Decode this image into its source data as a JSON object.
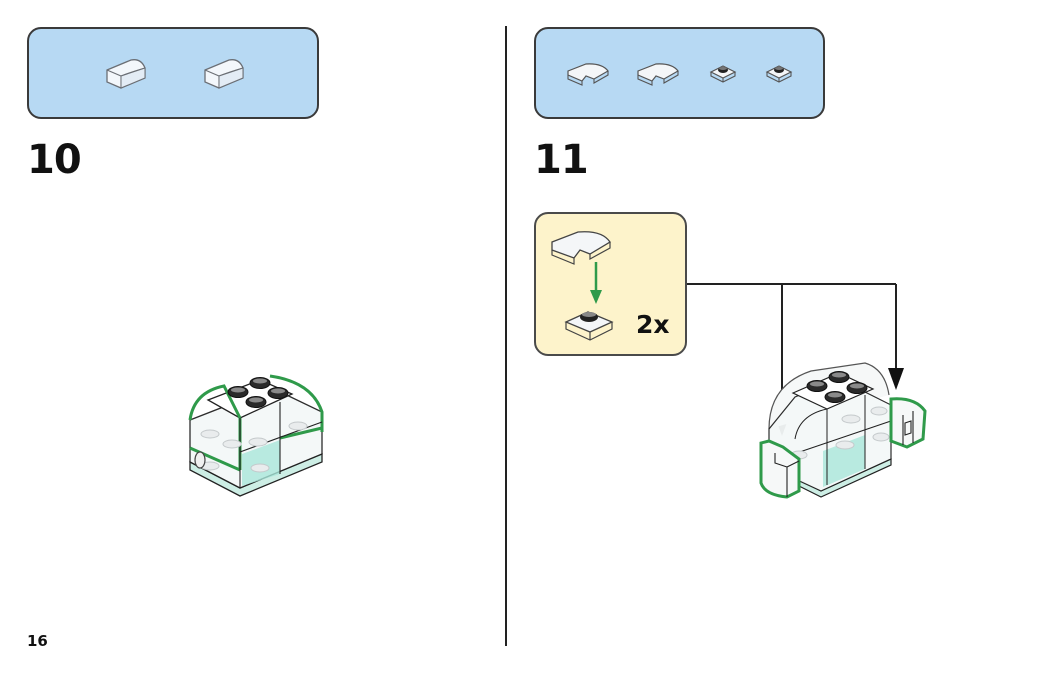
{
  "page": {
    "number": "16"
  },
  "steps": [
    {
      "number": "10",
      "parts": [
        {
          "name": "transparent-curved-slope-brick",
          "count": 1
        },
        {
          "name": "transparent-curved-slope-brick",
          "count": 1
        }
      ]
    },
    {
      "number": "11",
      "parts": [
        {
          "name": "transparent-curved-plate",
          "count": 1
        },
        {
          "name": "transparent-curved-plate",
          "count": 1
        },
        {
          "name": "transparent-plate-with-black-stud",
          "count": 1
        },
        {
          "name": "transparent-plate-with-black-stud",
          "count": 1
        }
      ],
      "subassembly": {
        "multiplier": "2x"
      }
    }
  ],
  "colors": {
    "parts_box_fill": "#b7d9f3",
    "callout_fill": "#fdf3cb",
    "highlight_green": "#2f9a4a",
    "trans_teal": "#bfeee5",
    "stud_black": "#222222"
  }
}
